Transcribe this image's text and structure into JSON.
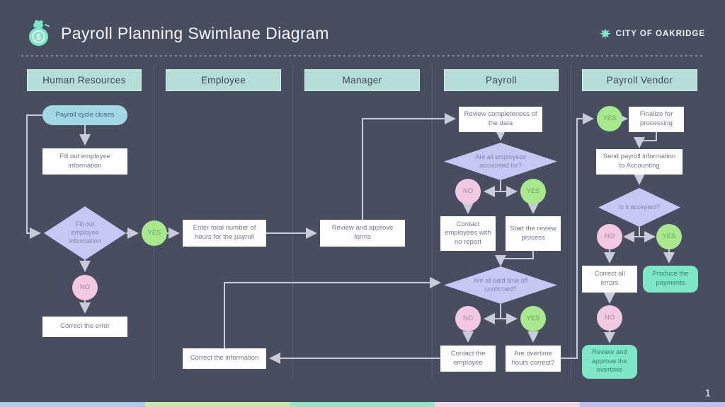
{
  "header": {
    "title": "Payroll Planning Swimlane Diagram",
    "org_label": "CITY OF OAKRIDGE",
    "logo_icon": "money-bag-icon",
    "org_icon": "leaf-icon"
  },
  "page_number": "1",
  "lanes": [
    {
      "label": "Human Resources"
    },
    {
      "label": "Employee"
    },
    {
      "label": "Manager"
    },
    {
      "label": "Payroll"
    },
    {
      "label": "Payroll Vendor"
    }
  ],
  "nodes": [
    {
      "id": "n1",
      "lane": "human-resources",
      "type": "terminator",
      "label": "Payroll cycle closes"
    },
    {
      "id": "n2",
      "lane": "human-resources",
      "type": "process",
      "label": "Fill out employee information"
    },
    {
      "id": "n3",
      "lane": "human-resources",
      "type": "decision",
      "label": "Fill out employee information"
    },
    {
      "id": "n4",
      "lane": "human-resources",
      "type": "yes",
      "label": "YES"
    },
    {
      "id": "n5",
      "lane": "human-resources",
      "type": "no",
      "label": "NO"
    },
    {
      "id": "n6",
      "lane": "human-resources",
      "type": "process",
      "label": "Correct the error"
    },
    {
      "id": "n7",
      "lane": "employee",
      "type": "process",
      "label": "Enter total number of hours for the payroll"
    },
    {
      "id": "n8",
      "lane": "employee",
      "type": "process",
      "label": "Correct the information"
    },
    {
      "id": "n9",
      "lane": "manager",
      "type": "process",
      "label": "Review and approve forms"
    },
    {
      "id": "n10",
      "lane": "payroll",
      "type": "process",
      "label": "Review completeness of the data"
    },
    {
      "id": "n11",
      "lane": "payroll",
      "type": "decision",
      "label": "Are all employees accounted for?"
    },
    {
      "id": "n12",
      "lane": "payroll",
      "type": "no",
      "label": "NO"
    },
    {
      "id": "n13",
      "lane": "payroll",
      "type": "yes",
      "label": "YES"
    },
    {
      "id": "n14",
      "lane": "payroll",
      "type": "process",
      "label": "Contact employees with no report"
    },
    {
      "id": "n15",
      "lane": "payroll",
      "type": "process",
      "label": "Start the review process"
    },
    {
      "id": "n16",
      "lane": "payroll",
      "type": "decision",
      "label": "Are all paid time off confirmed?"
    },
    {
      "id": "n17",
      "lane": "payroll",
      "type": "no",
      "label": "NO"
    },
    {
      "id": "n18",
      "lane": "payroll",
      "type": "yes",
      "label": "YES"
    },
    {
      "id": "n19",
      "lane": "payroll",
      "type": "process",
      "label": "Contact the employee"
    },
    {
      "id": "n20",
      "lane": "payroll",
      "type": "process",
      "label": "Are overtime hours correct?"
    },
    {
      "id": "n21",
      "lane": "payroll-vendor",
      "type": "yes",
      "label": "YES"
    },
    {
      "id": "n22",
      "lane": "payroll-vendor",
      "type": "process",
      "label": "Finalize for processing"
    },
    {
      "id": "n23",
      "lane": "payroll-vendor",
      "type": "process",
      "label": "Send payroll information to Accounting"
    },
    {
      "id": "n24",
      "lane": "payroll-vendor",
      "type": "decision",
      "label": "Is it accepted?"
    },
    {
      "id": "n25",
      "lane": "payroll-vendor",
      "type": "no",
      "label": "NO"
    },
    {
      "id": "n26",
      "lane": "payroll-vendor",
      "type": "yes",
      "label": "YES"
    },
    {
      "id": "n27",
      "lane": "payroll-vendor",
      "type": "process",
      "label": "Correct all errors"
    },
    {
      "id": "n28",
      "lane": "payroll-vendor",
      "type": "output",
      "label": "Produce the payments"
    },
    {
      "id": "n29",
      "lane": "payroll-vendor",
      "type": "no",
      "label": "NO"
    },
    {
      "id": "n30",
      "lane": "payroll-vendor",
      "type": "output",
      "label": "Review and approve the overtime"
    }
  ],
  "colors": {
    "bg": "#494d60",
    "divider": "#5a5e71",
    "dots": "#9093a6",
    "lane_fill": "#b5ded7",
    "lane_border": "#d3ece6",
    "lane_text": "#3d4254",
    "terminator": "#a3d8e9",
    "process": "#fdfdfe",
    "decision": "#c6c7f3",
    "yes": "#a9e98e",
    "no": "#f2c8e3",
    "output": "#7de7c6",
    "connector": "#c9ccd8",
    "accent_mint": "#7de7c6",
    "footer_stripes": [
      "#a8cdec",
      "#c6e8a6",
      "#90e8c4",
      "#f4d4e4",
      "#babff4"
    ]
  }
}
